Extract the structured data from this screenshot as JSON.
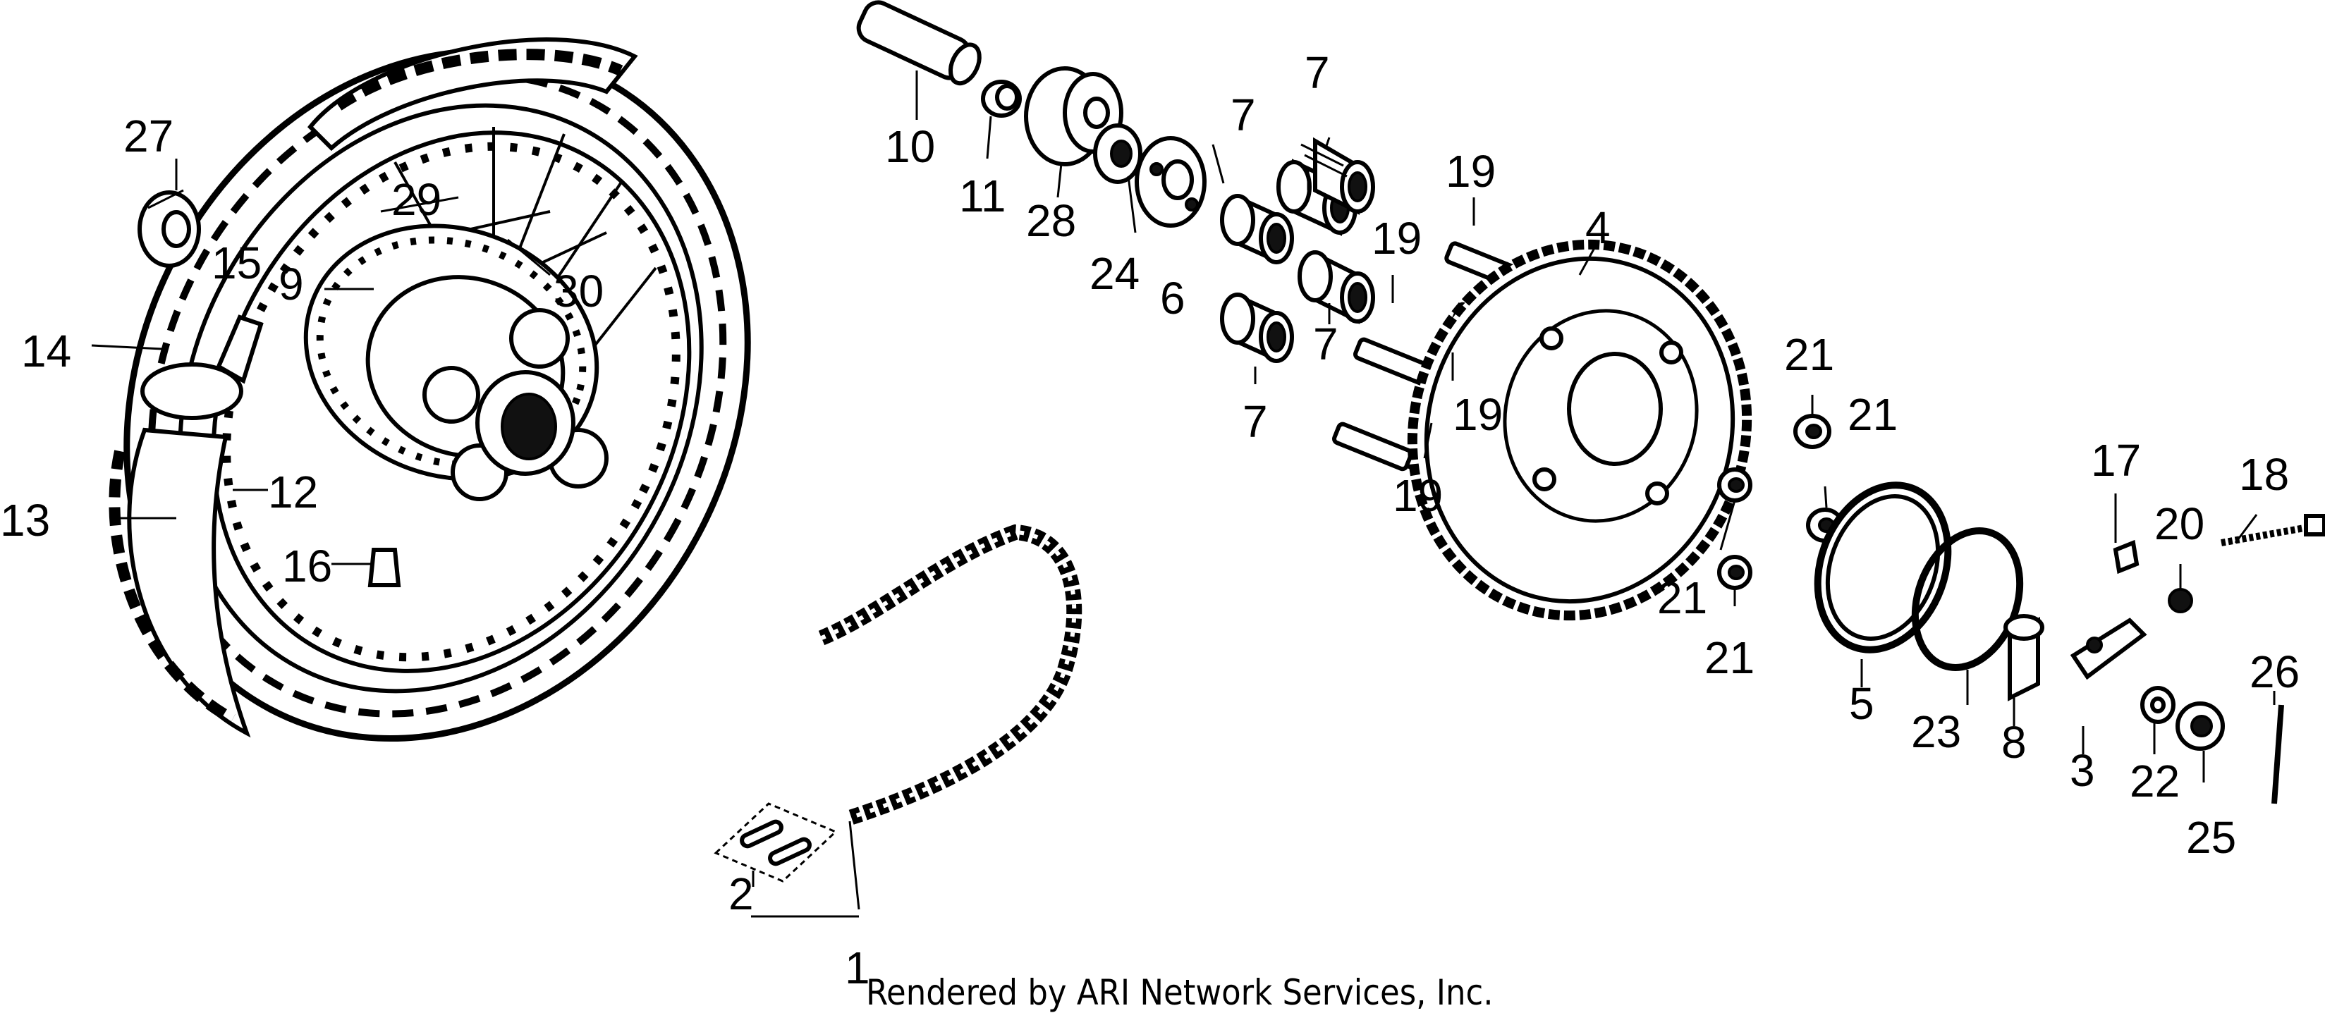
{
  "credit": "Rendered by ARI Network Services, Inc.",
  "callouts": [
    {
      "id": "1",
      "label": "1"
    },
    {
      "id": "2",
      "label": "2"
    },
    {
      "id": "3",
      "label": "3"
    },
    {
      "id": "4",
      "label": "4"
    },
    {
      "id": "5",
      "label": "5"
    },
    {
      "id": "6",
      "label": "6"
    },
    {
      "id": "7a",
      "label": "7"
    },
    {
      "id": "7b",
      "label": "7"
    },
    {
      "id": "7c",
      "label": "7"
    },
    {
      "id": "7d",
      "label": "7"
    },
    {
      "id": "8",
      "label": "8"
    },
    {
      "id": "9",
      "label": "9"
    },
    {
      "id": "10",
      "label": "10"
    },
    {
      "id": "11",
      "label": "11"
    },
    {
      "id": "12",
      "label": "12"
    },
    {
      "id": "13",
      "label": "13"
    },
    {
      "id": "14",
      "label": "14"
    },
    {
      "id": "15",
      "label": "15"
    },
    {
      "id": "16",
      "label": "16"
    },
    {
      "id": "17",
      "label": "17"
    },
    {
      "id": "18",
      "label": "18"
    },
    {
      "id": "19a",
      "label": "19"
    },
    {
      "id": "19b",
      "label": "19"
    },
    {
      "id": "19c",
      "label": "19"
    },
    {
      "id": "19d",
      "label": "19"
    },
    {
      "id": "20",
      "label": "20"
    },
    {
      "id": "21a",
      "label": "21"
    },
    {
      "id": "21b",
      "label": "21"
    },
    {
      "id": "21c",
      "label": "21"
    },
    {
      "id": "21d",
      "label": "21"
    },
    {
      "id": "22",
      "label": "22"
    },
    {
      "id": "23",
      "label": "23"
    },
    {
      "id": "24",
      "label": "24"
    },
    {
      "id": "25",
      "label": "25"
    },
    {
      "id": "26",
      "label": "26"
    },
    {
      "id": "27",
      "label": "27"
    },
    {
      "id": "28",
      "label": "28"
    },
    {
      "id": "29",
      "label": "29"
    },
    {
      "id": "30",
      "label": "30"
    }
  ]
}
